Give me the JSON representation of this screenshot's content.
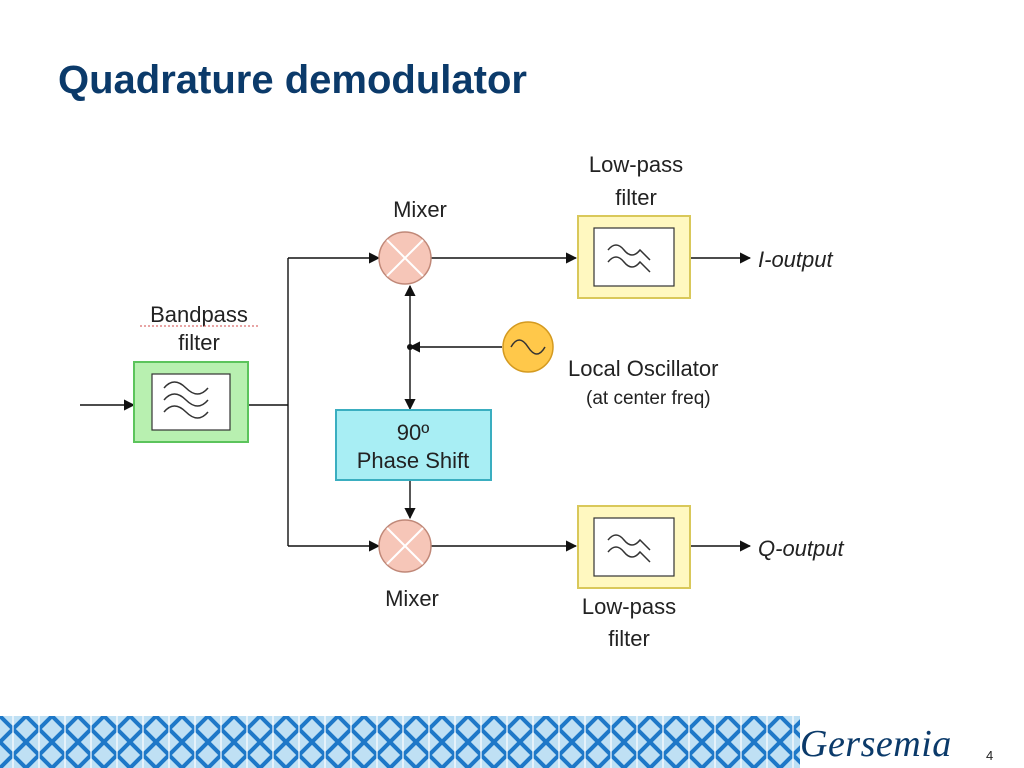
{
  "slide": {
    "title": "Quadrature demodulator",
    "page_number": "4",
    "brand": "Gersemia"
  },
  "diagram": {
    "bandpass_label_1": "Bandpass",
    "bandpass_label_2": "filter",
    "mixer_top_label": "Mixer",
    "mixer_bottom_label": "Mixer",
    "lpf_top_label_1": "Low-pass",
    "lpf_top_label_2": "filter",
    "lpf_bottom_label_1": "Low-pass",
    "lpf_bottom_label_2": "filter",
    "phase_shift_line_1": "90º",
    "phase_shift_line_2": "Phase Shift",
    "oscillator_label": "Local Oscillator",
    "oscillator_sublabel": "(at center freq)",
    "i_output": "I-output",
    "q_output": "Q-output"
  },
  "colors": {
    "title": "#0b3a6a",
    "bandpass_fill": "#b8f0b0",
    "bandpass_border": "#5cc45c",
    "lowpass_fill": "#fff8c0",
    "lowpass_border": "#d9c85a",
    "phase_shift_fill": "#a8eef4",
    "phase_shift_border": "#3aaec0",
    "mixer_fill": "#f6c6b8",
    "oscillator_fill": "#ffc84a",
    "footer_blue": "#1e78c8"
  }
}
